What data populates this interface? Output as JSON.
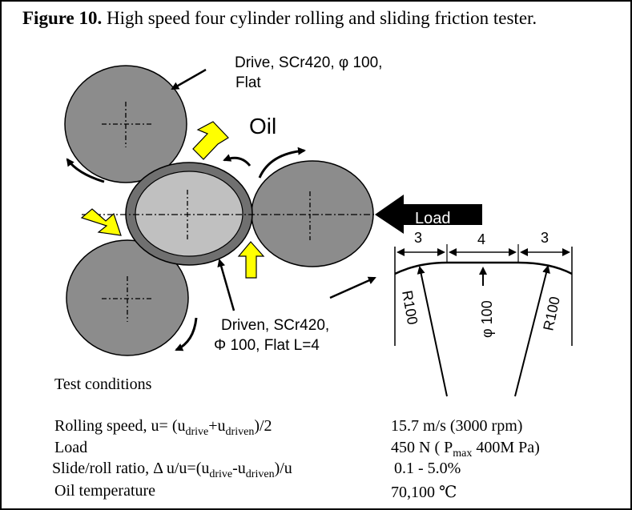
{
  "figure": {
    "label": "Figure 10.",
    "caption": "High speed four cylinder rolling and sliding friction tester."
  },
  "diagram": {
    "drive_line1": "Drive, SCr420, φ 100,",
    "drive_line2": "Flat",
    "oil": "Oil",
    "load": "Load",
    "driven_line1": "Driven, SCr420,",
    "driven_line2": "Φ 100, Flat L=4",
    "dim_left": "3",
    "dim_mid": "4",
    "dim_right": "3",
    "r_left": "R100",
    "phi_mid": "φ 100",
    "r_right": "R100",
    "colors": {
      "cylinder": "#8c8c8c",
      "driven_inner": "#c0c0c0",
      "driven_ring": "#707070",
      "arrow_yellow": "#ffff00",
      "load_arrow": "#000000"
    }
  },
  "conditions": {
    "heading": "Test conditions",
    "rows": [
      {
        "label_prefix": "Rolling speed, u= (u",
        "sub1": "drive",
        "mid": "+u",
        "sub2": "driven",
        "label_suffix": ")/2",
        "value": "15.7 m/s (3000 rpm)"
      },
      {
        "label": "Load",
        "value_prefix": "450  N ( P",
        "value_sub": "max",
        "value_suffix": "  400M Pa)"
      },
      {
        "label_prefix": "Slide/roll  ratio, Δ  u/u=(u",
        "sub1": "drive",
        "mid": "-u",
        "sub2": "driven",
        "label_suffix": ")/u",
        "value": "0.1  - 5.0%"
      },
      {
        "label": "Oil temperature",
        "value": "70,100  ℃"
      }
    ]
  }
}
